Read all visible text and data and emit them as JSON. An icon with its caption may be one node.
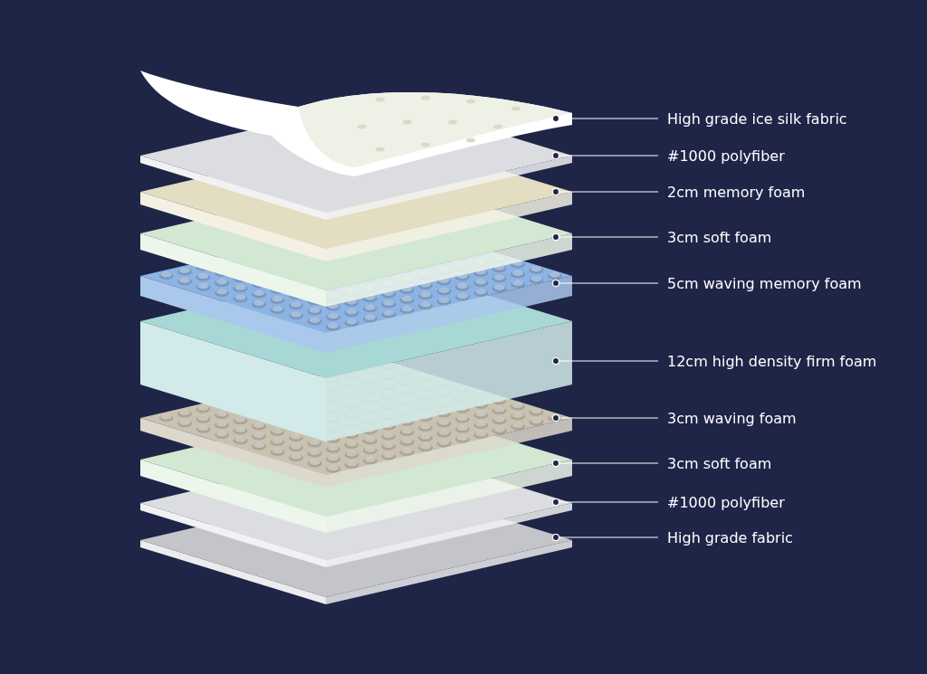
{
  "diagram": {
    "nodes": [
      {
        "text": [
          "High grade ice silk fabric"
        ]
      },
      {
        "text": [
          "#1000 polyfiber"
        ]
      },
      {
        "text": [
          "2cm memory foam"
        ]
      },
      {
        "text": [
          "3cm soft foam"
        ]
      },
      {
        "text": [
          "5cm waving memory foam"
        ]
      },
      {
        "text": [
          "12cm high density firm foam"
        ]
      },
      {
        "text": [
          "3cm waving foam"
        ]
      },
      {
        "text": [
          "3cm soft foam"
        ]
      },
      {
        "text": [
          "#1000 polyfiber"
        ]
      },
      {
        "text": [
          "High grade fabric"
        ]
      }
    ],
    "edges": [
      {
        "from": 0,
        "to": null,
        "arrow": "other"
      },
      {
        "from": 1,
        "to": null,
        "arrow": "other"
      },
      {
        "from": 2,
        "to": null,
        "arrow": "other"
      },
      {
        "from": 3,
        "to": null,
        "arrow": "other"
      },
      {
        "from": 4,
        "to": null,
        "arrow": "other"
      },
      {
        "from": 5,
        "to": null,
        "arrow": "other"
      },
      {
        "from": 6,
        "to": null,
        "arrow": "other"
      },
      {
        "from": 7,
        "to": null,
        "arrow": "other"
      },
      {
        "from": 8,
        "to": null,
        "arrow": "other"
      },
      {
        "from": 9,
        "to": null,
        "arrow": "other"
      }
    ]
  }
}
